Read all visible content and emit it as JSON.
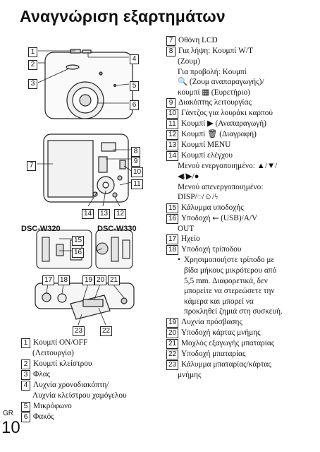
{
  "title": "Αναγνώριση εξαρτημάτων",
  "page": {
    "lang": "GR",
    "number": "10"
  },
  "models": [
    "DSC-W320",
    "DSC-W330"
  ],
  "callouts": [
    "1",
    "2",
    "3",
    "4",
    "5",
    "6",
    "7",
    "8",
    "9",
    "10",
    "11",
    "12",
    "13",
    "14",
    "15",
    "16",
    "17",
    "18",
    "19",
    "20",
    "21",
    "22",
    "23"
  ],
  "left_list": [
    {
      "n": "1",
      "lines": [
        "Κουμπί ON/OFF",
        "(Λειτουργία)"
      ]
    },
    {
      "n": "2",
      "lines": [
        "Κουμπί κλείστρου"
      ]
    },
    {
      "n": "3",
      "lines": [
        "Φλας"
      ]
    },
    {
      "n": "4",
      "lines": [
        "Λυχνία χρονοδιακόπτη/",
        "Λυχνία κλείστρου χαμόγελου"
      ]
    },
    {
      "n": "5",
      "lines": [
        "Μικρόφωνο"
      ]
    },
    {
      "n": "6",
      "lines": [
        "Φακός"
      ]
    }
  ],
  "right_list": [
    {
      "n": "7",
      "lines": [
        "Οθόνη LCD"
      ]
    },
    {
      "n": "8",
      "lines": [
        "Για λήψη: Κουμπί W/T",
        "(Ζουμ)",
        "Για προβολή: Κουμπί",
        "🔍 (Ζουμ αναπαραγωγής)/",
        "κουμπί ▦ (Ευρετήριο)"
      ]
    },
    {
      "n": "9",
      "lines": [
        "Διακόπτης λειτουργίας"
      ]
    },
    {
      "n": "10",
      "lines": [
        "Γάντζος για λουράκι καρπού"
      ]
    },
    {
      "n": "11",
      "lines": [
        "Κουμπί ▶ (Αναπαραγωγή)"
      ]
    },
    {
      "n": "12",
      "lines": [
        "Κουμπί 🗑 (Διαγραφή)"
      ]
    },
    {
      "n": "13",
      "lines": [
        "Κουμπί MENU"
      ]
    },
    {
      "n": "14",
      "lines": [
        "Κουμπί ελέγχου",
        "Μενού ενεργοποιημένο: ▲/▼/",
        "◀/▶/●",
        "Μενού απενεργοποιημένο:",
        "DISP/◌/☺/ϟ"
      ]
    },
    {
      "n": "15",
      "lines": [
        "Κάλυμμα υποδοχής"
      ]
    },
    {
      "n": "16",
      "lines": [
        "Υποδοχή ⭠ (USB)/A/V",
        "OUT"
      ]
    },
    {
      "n": "17",
      "lines": [
        "Ηχείο"
      ]
    },
    {
      "n": "18",
      "lines": [
        "Υποδοχή τρίποδου"
      ]
    },
    {
      "n": "",
      "bullet": "•",
      "lines": [
        "Χρησιμοποιήστε τρίποδο με",
        "βίδα μήκους μικρότερου από",
        "5,5 mm. Διαφορετικά, δεν",
        "μπορείτε να στερεώσετε την",
        "κάμερα και μπορεί να",
        "προκληθεί ζημιά στη συσκευή."
      ]
    },
    {
      "n": "19",
      "lines": [
        "Λυχνία πρόσβασης"
      ]
    },
    {
      "n": "20",
      "lines": [
        "Υποδοχή κάρτας μνήμης"
      ]
    },
    {
      "n": "21",
      "lines": [
        "Μοχλός εξαγωγής μπαταρίας"
      ]
    },
    {
      "n": "22",
      "lines": [
        "Υποδοχή μπαταρίας"
      ]
    },
    {
      "n": "23",
      "lines": [
        "Κάλυμμα μπαταρίας/κάρτας",
        "μνήμης"
      ]
    }
  ]
}
